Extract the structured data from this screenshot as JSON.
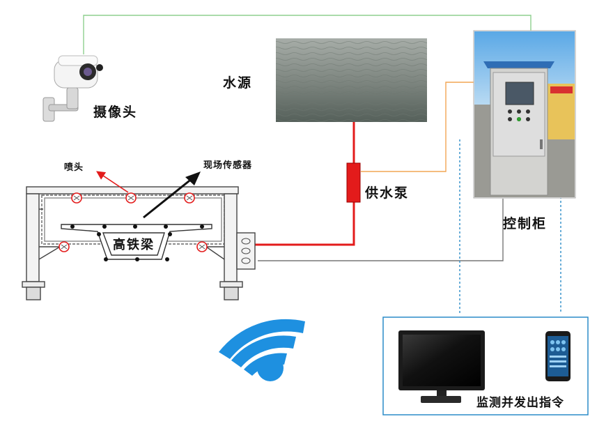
{
  "labels": {
    "camera": "摄像头",
    "water_source": "水源",
    "nozzle": "喷头",
    "field_sensor": "现场传感器",
    "pump": "供水泵",
    "beam": "高铁梁",
    "cabinet": "控制柜",
    "monitor": "监测并发出指令"
  },
  "colors": {
    "wire_green": "#8ecf8e",
    "wire_orange": "#f2a654",
    "pipe_red": "#e31b1b",
    "wire_gray": "#777777",
    "wifi_blue": "#1e90e0",
    "panel_border": "#2a8cc8",
    "cabinet_blue": "#2f6db5"
  },
  "icons": [
    "camera-icon",
    "water-source-image",
    "control-cabinet-image",
    "wifi-icon",
    "monitor-icon",
    "phone-icon"
  ]
}
